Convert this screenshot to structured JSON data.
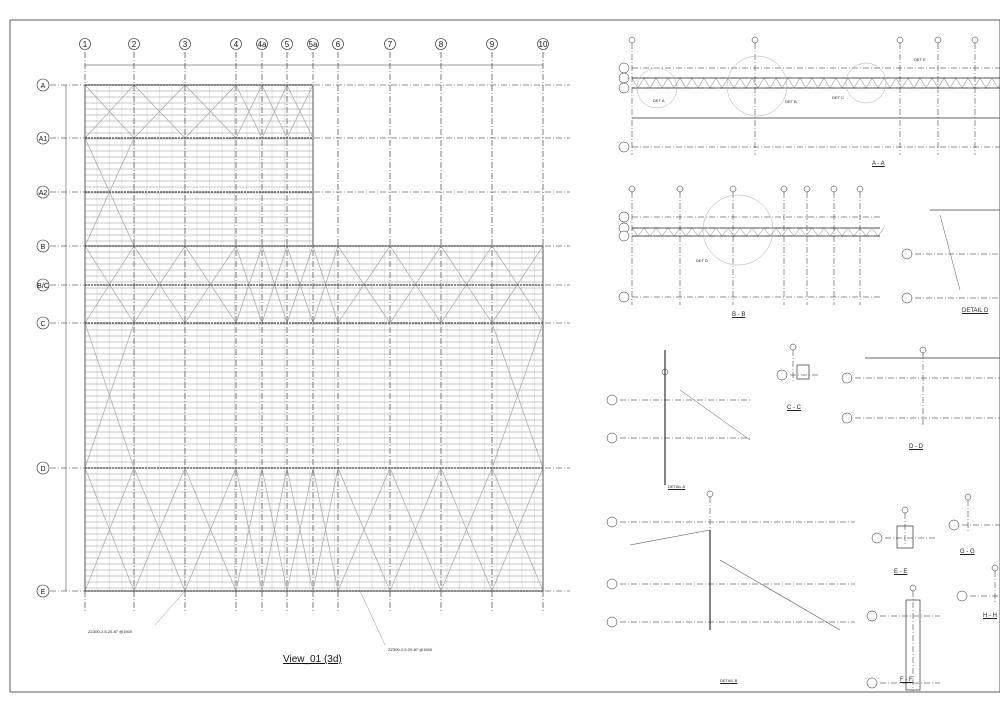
{
  "plan": {
    "title": "View_01 (3d)",
    "columns": [
      "1",
      "2",
      "3",
      "4",
      "4a",
      "5",
      "5a",
      "6",
      "7",
      "8",
      "9",
      "10"
    ],
    "rows": [
      "A",
      "A1",
      "A2",
      "B",
      "B/C",
      "C",
      "D",
      "E"
    ],
    "callout_left": "ZZ300-2.5-20-87 @1500",
    "callout_right": "ZZ300-2.5-20-87 @1500"
  },
  "sections": {
    "aa": "A - A",
    "bb": "B - B",
    "cc": "C - C",
    "dd": "D - D",
    "ee": "E - E",
    "ff": "F - F",
    "gg": "G - G",
    "hh": "H - H",
    "detail_a": "DETAIL A",
    "detail_b": "DETAIL B",
    "detail_d": "DETAIL D",
    "det_a": "DET A",
    "det_b": "DET B",
    "det_c": "DET C",
    "det_d": "DET D",
    "det_e": "DET E"
  }
}
